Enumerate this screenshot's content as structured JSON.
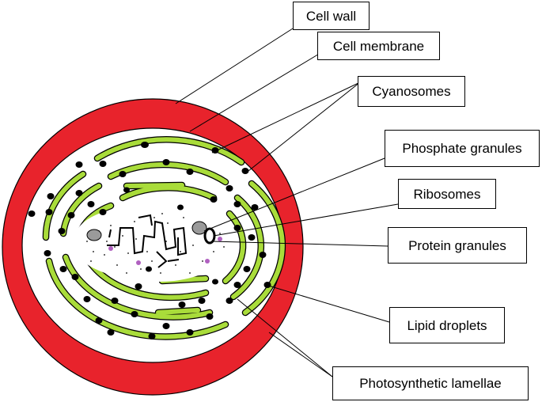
{
  "colors": {
    "cell_wall": "#e8232c",
    "lamellae": "#a9dc3a",
    "lamellae_stroke": "#000000",
    "pigment": "#b060c0",
    "granule": "#9a9a9a",
    "droplet": "#000000"
  },
  "labels": {
    "cell_wall": "Cell wall",
    "cell_membrane": "Cell membrane",
    "cyanosomes": "Cyanosomes",
    "phosphate_granules": "Phosphate granules",
    "ribosomes": "Ribosomes",
    "protein_granules": "Protein granules",
    "lipid_droplets": "Lipid droplets",
    "photosynthetic_lamellae": "Photosynthetic lamellae"
  }
}
